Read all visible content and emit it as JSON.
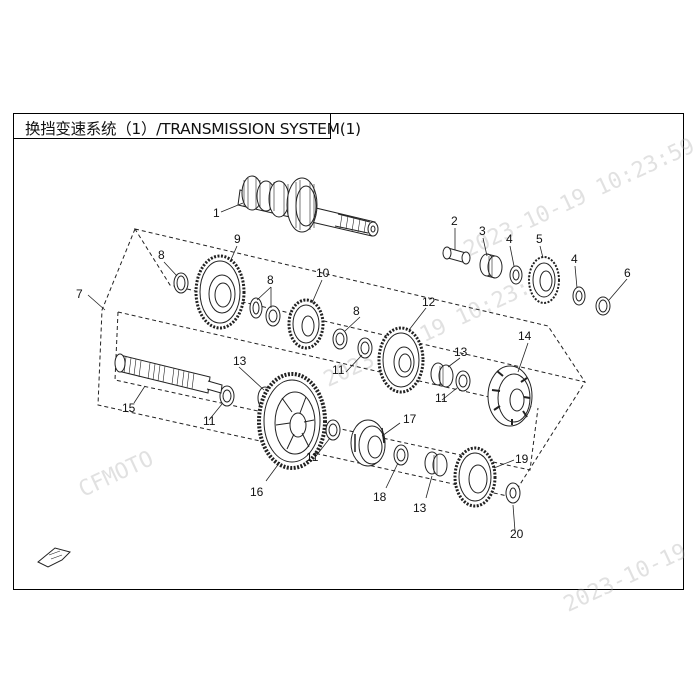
{
  "title": "换挡变速系统（1）/TRANSMISSION SYSTEM(1)",
  "watermark": {
    "brand": "CFMOTO",
    "timestamp": "2023-10-19 10:23:59",
    "date": "2023-10-19"
  },
  "part_numbers": [
    "1",
    "2",
    "3",
    "4",
    "4",
    "5",
    "6",
    "7",
    "8",
    "8",
    "8",
    "9",
    "10",
    "11",
    "11",
    "11",
    "11",
    "12",
    "13",
    "13",
    "13",
    "14",
    "15",
    "16",
    "17",
    "18",
    "19",
    "20"
  ],
  "colors": {
    "line": "#222222",
    "background": "#ffffff"
  }
}
